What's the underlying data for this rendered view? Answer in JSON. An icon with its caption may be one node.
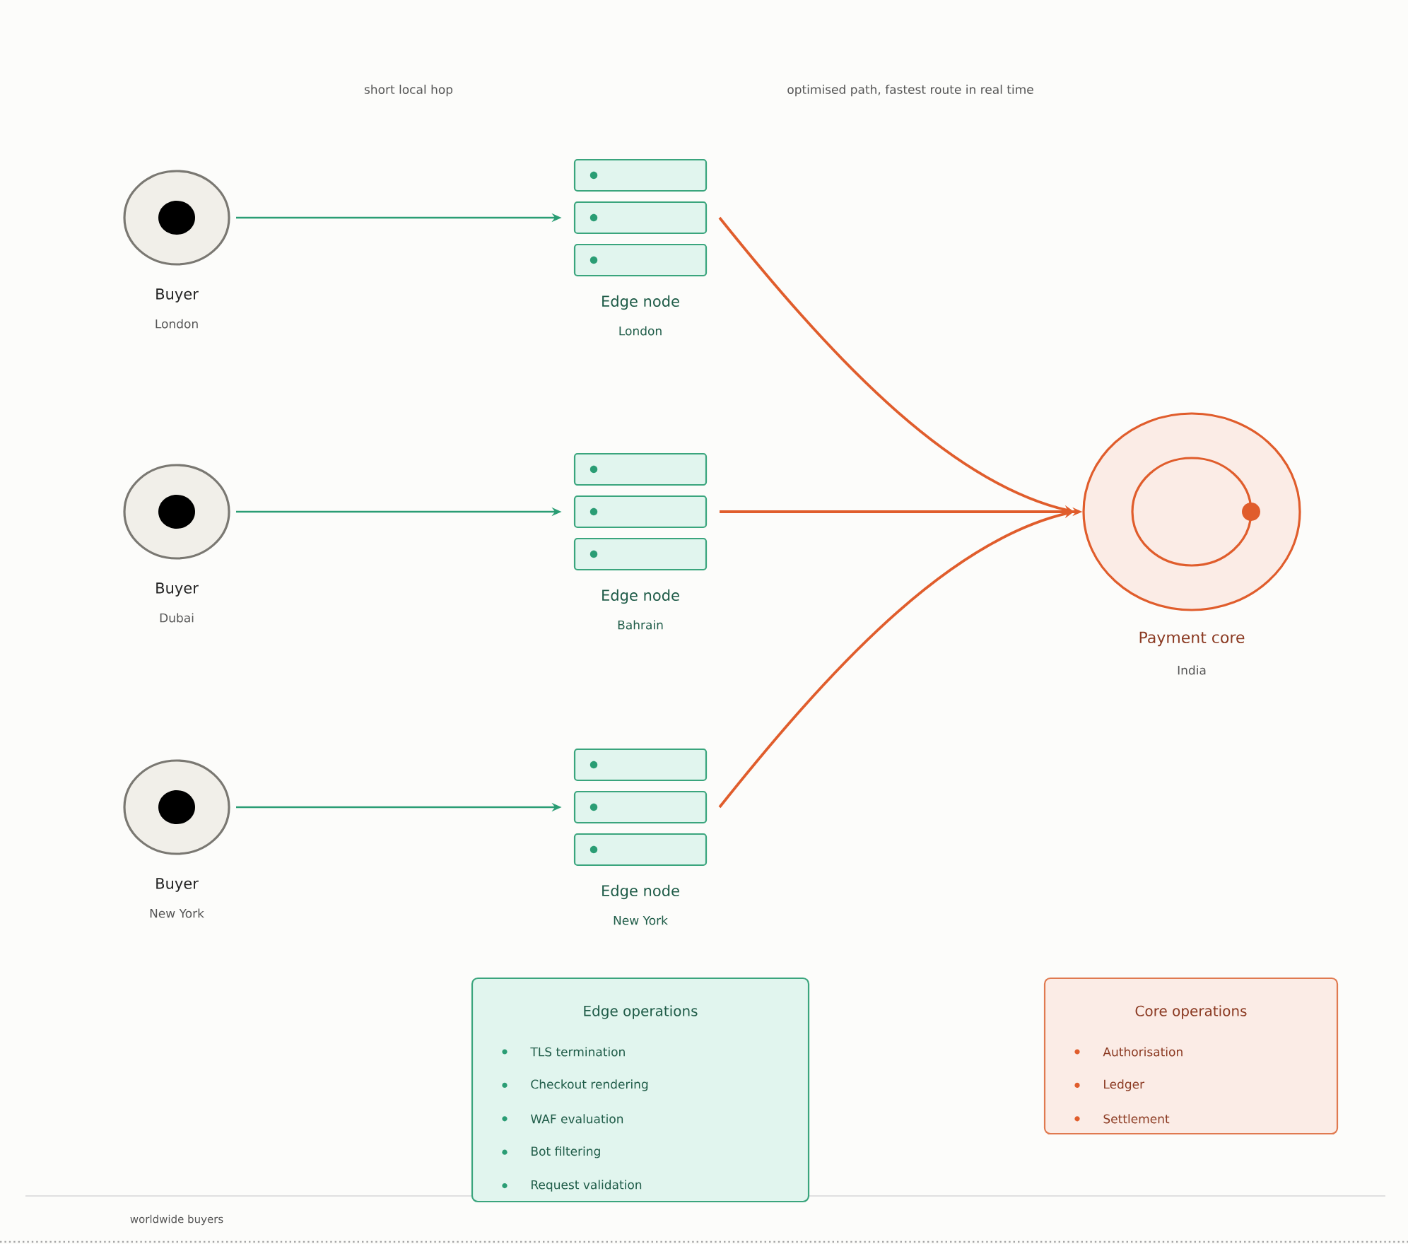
{
  "diagram": {
    "nodes": [
      {
        "text": [
          "Buyer",
          "London"
        ]
      },
      {
        "text": [
          "Edge node",
          "London"
        ]
      },
      {
        "text": [
          "Buyer",
          "Dubai"
        ]
      },
      {
        "text": [
          "Edge node",
          "Bahrain"
        ]
      },
      {
        "text": [
          "Buyer",
          "New York"
        ]
      },
      {
        "text": [
          "Edge node",
          "New York"
        ]
      },
      {
        "text": [
          "Payment core",
          "India"
        ]
      },
      {
        "text": [
          "Edge operations",
          "TLS termination",
          "Checkout rendering",
          "WAF evaluation",
          "Bot filtering",
          "Request validation"
        ]
      },
      {
        "text": [
          "Core operations",
          "Authorisation",
          "Ledger",
          "Settlement"
        ]
      }
    ],
    "edges": [
      {
        "from": 0,
        "to": 1,
        "arrow": "to",
        "color": "#2a9d74"
      },
      {
        "from": 2,
        "to": 3,
        "arrow": "to",
        "color": "#2a9d74"
      },
      {
        "from": 4,
        "to": 5,
        "arrow": "to",
        "color": "#2a9d74"
      },
      {
        "from": 1,
        "to": 6,
        "arrow": "to",
        "color": "#e05d2c"
      },
      {
        "from": 3,
        "to": 6,
        "arrow": "to",
        "color": "#e05d2c"
      },
      {
        "from": 5,
        "to": 6,
        "arrow": "to",
        "color": "#e05d2c"
      }
    ],
    "labels": [
      "short local hop",
      "optimised path, fastest route in real time",
      "worldwide buyers"
    ]
  }
}
